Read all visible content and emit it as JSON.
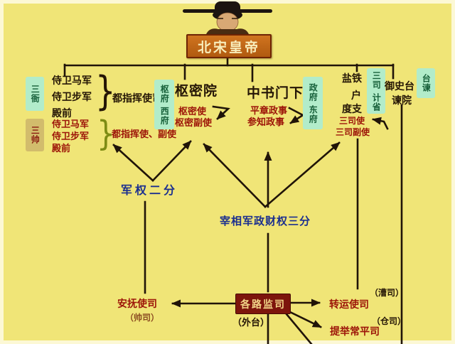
{
  "emperor": {
    "label": "北宋皇帝"
  },
  "groups": {
    "institutions": {
      "tag": "三衙",
      "items": [
        "侍卫马军",
        "侍卫步军",
        "殿前"
      ],
      "brace_target": "都指挥使司"
    },
    "commanders": {
      "tag": "三帅",
      "items": [
        "侍卫马军",
        "侍卫步军",
        "殿前"
      ],
      "brace_target": "都指挥使、副使"
    },
    "shumiyuan": {
      "name": "枢密院",
      "officials": [
        "枢密使",
        "枢密副使"
      ],
      "tag": [
        "枢府",
        "西府"
      ]
    },
    "zhongshu": {
      "name": "中书门下",
      "officials": [
        "平章政事",
        "参知政事"
      ],
      "tag": [
        "政府",
        "东府"
      ]
    },
    "sansi": {
      "departments": [
        "盐铁",
        "户",
        "度支"
      ],
      "officials": [
        "三司使",
        "三司副使"
      ],
      "tag": [
        "三司",
        "计省"
      ]
    },
    "yushitai": {
      "name": "御史台",
      "secondary": "谏院",
      "tag": [
        "台谏"
      ]
    }
  },
  "annotations": {
    "military": "军权二分",
    "chancellor": "宰相军政财权三分"
  },
  "bottom": {
    "hub": {
      "name": "各路监司",
      "alias": "（外台）"
    },
    "anfu": {
      "name": "安抚使司",
      "alias": "（帅司）"
    },
    "zhuanyun": {
      "name": "转运使司",
      "alias": "（漕司）"
    },
    "tiju": {
      "name": "提举常平司",
      "alias": "（仓司）"
    }
  },
  "colors": {
    "background": "#f0e577",
    "green_tag_bg": "#b2ecca",
    "green_tag_text": "#17603a",
    "tan_tag_bg": "#d2bc6c",
    "red_text": "#9c1408",
    "blue_text": "#1b2f8f",
    "black_text": "#241505",
    "emperor_box_bg": "#c4661a",
    "hub_box_bg": "#7d150c",
    "hub_box_text": "#f2d488"
  }
}
